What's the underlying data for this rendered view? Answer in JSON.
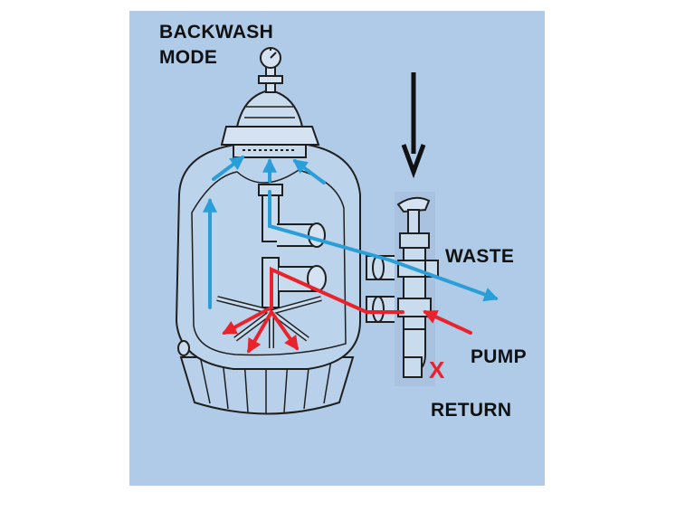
{
  "diagram": {
    "title_line1": "BACKWASH",
    "title_line2": "MODE",
    "labels": {
      "waste": "WASTE",
      "pump": "PUMP",
      "return": "RETURN",
      "blocked_mark": "X"
    },
    "colors": {
      "panel_background": "#b0cbe8",
      "flow_clean_backwash": "#2a9ed8",
      "flow_pump_input": "#e8232c",
      "direction_arrow": "#111111",
      "outline": "#1f1f1f"
    },
    "icons": [
      "pressure-gauge-icon",
      "filter-tank",
      "multiport-valve",
      "down-arrow-icon"
    ]
  }
}
